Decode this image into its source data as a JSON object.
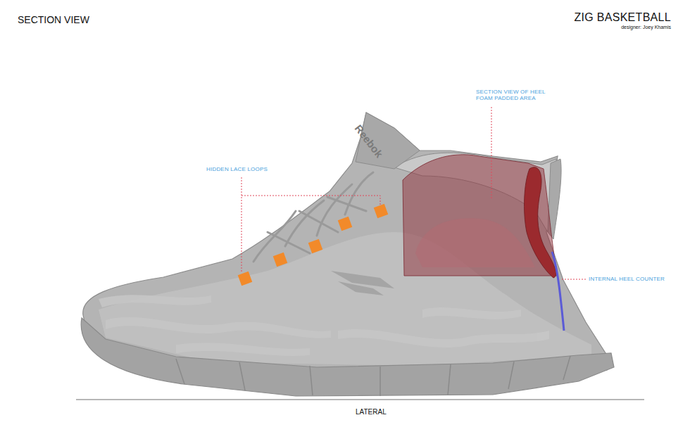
{
  "diagram": {
    "title": "ZIG BASKETBALL",
    "labels": [
      "SECTION VIEW",
      "designer: Joey Khamis",
      "Reebok",
      "HIDDEN LACE LOOPS",
      "SECTION VIEW OF HEEL FOAM PADDED AREA",
      "INTERNAL HEEL COUNTER",
      "LATERAL"
    ]
  }
}
